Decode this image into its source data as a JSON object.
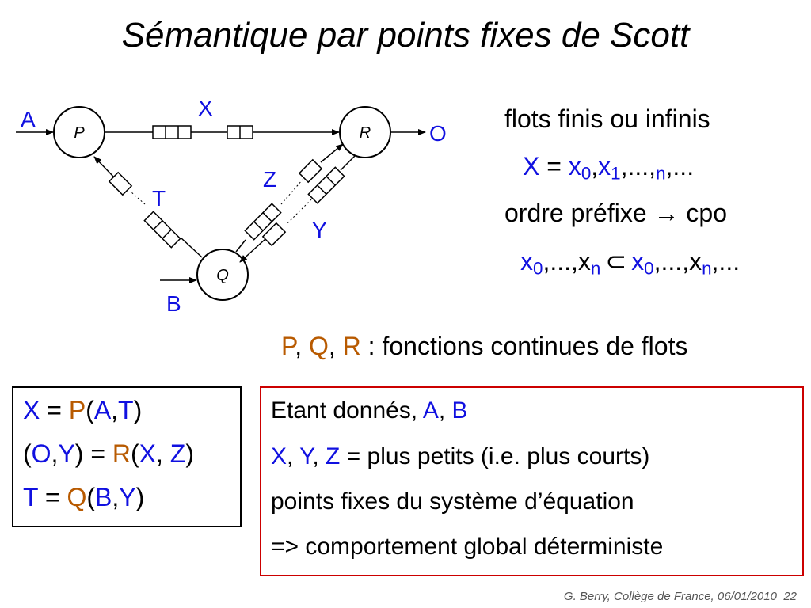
{
  "title": "Sémantique par points fixes de Scott",
  "diagram": {
    "nodes": {
      "P": "P",
      "R": "R",
      "Q": "Q"
    },
    "channels": {
      "A": "A",
      "X": "X",
      "O": "O",
      "Z": "Z",
      "T": "T",
      "Y": "Y",
      "B": "B"
    }
  },
  "right_text": {
    "line1": "flots finis ou infinis",
    "line2": {
      "X": "X",
      "eq": " = ",
      "x": "x",
      "s0": "0",
      "comma1": ",",
      "s1": "1",
      "dots": ",...,",
      "sn": "n",
      "tail": ",..."
    },
    "line3": {
      "text": "ordre préfixe",
      "arrow": "→",
      "cpo": "cpo"
    },
    "line4": {
      "a": "x",
      "a0": "0",
      "mid": ",...,x",
      "an": "n",
      "sub": "⊂",
      "b": "x",
      "b0": "0",
      "bmid": ",...,x",
      "bn": "n",
      "tail": ",..."
    }
  },
  "functions_line": {
    "P": "P",
    "sep1": ", ",
    "Q": "Q",
    "sep2": ", ",
    "R": "R",
    "rest": " : fonctions continues de flots"
  },
  "equations": [
    {
      "a": "X",
      "eq": " = ",
      "f": "P",
      "open": "(",
      "b": "A",
      "comma": ",",
      "c": "T",
      "close": ")"
    },
    {
      "open0": "(",
      "a": "O",
      "comma0": ",",
      "a2": "Y",
      "close0": ")",
      "eq": " = ",
      "f": "R",
      "open": "(",
      "b": "X",
      "comma": ", ",
      "c": "Z",
      "close": ")"
    },
    {
      "a": "T",
      "eq": " = ",
      "f": "Q",
      "open": "(",
      "b": "B",
      "comma": ",",
      "c": "Y",
      "close": ")"
    }
  ],
  "red_box": {
    "line1": {
      "text": "Etant donnés, ",
      "A": "A",
      "sep": ", ",
      "B": "B"
    },
    "line2": {
      "X": "X",
      "s1": ", ",
      "Y": "Y",
      "s2": ", ",
      "Z": "Z",
      "eq": " = ",
      "rest": "plus petits (i.e. plus courts)"
    },
    "line3": "points fixes du système d’équation",
    "line4": "=> comportement global déterministe"
  },
  "footer": {
    "text": "G. Berry, Collège de France,   06/01/2010",
    "page": "22"
  },
  "colors": {
    "blue": "#1010e0",
    "orange": "#b85a00",
    "red_border": "#cc0000"
  }
}
